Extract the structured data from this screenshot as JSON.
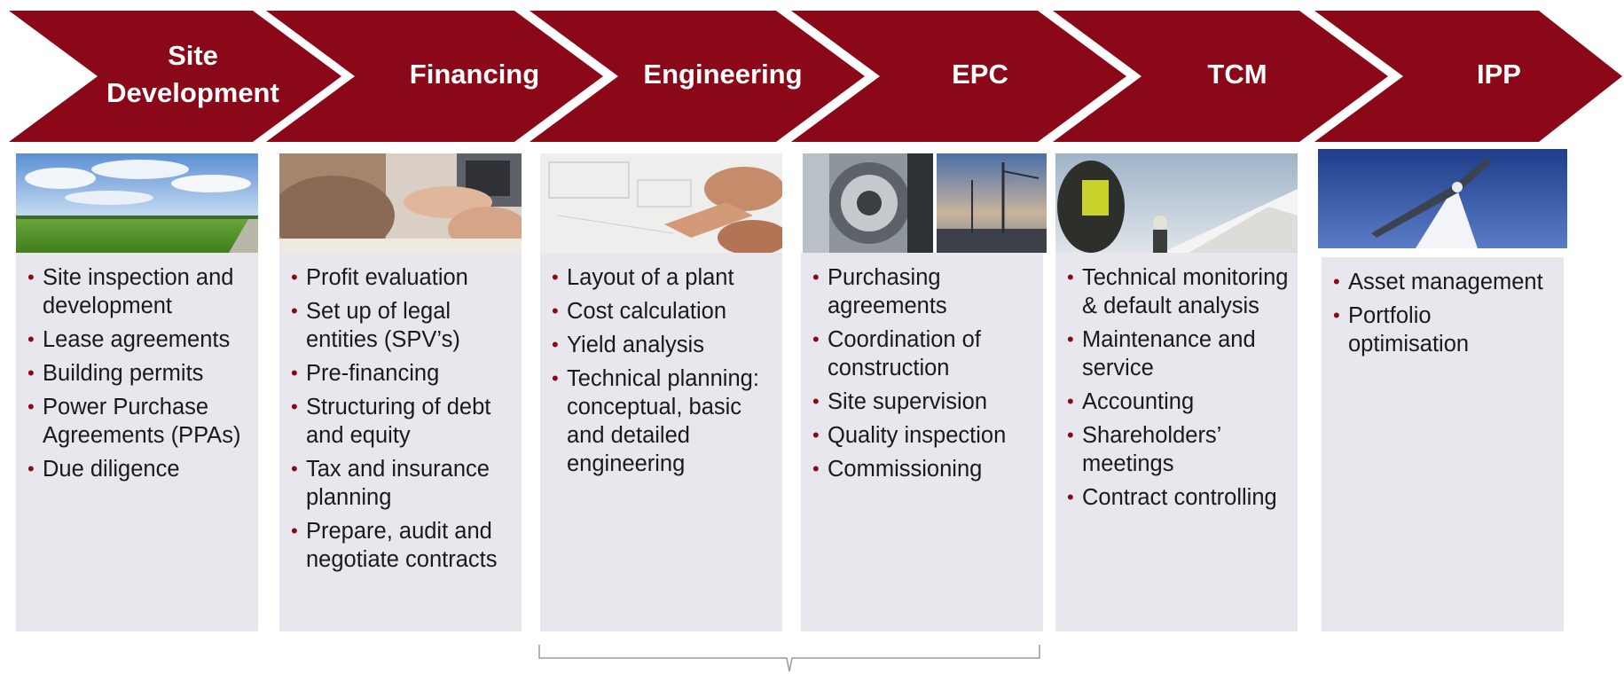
{
  "colors": {
    "chevron": "#8a0818",
    "panel": "#e8e7ed",
    "bullet": "#8a0818"
  },
  "stages": [
    {
      "label_line1": "Site",
      "label_line2": "Development",
      "image": "green-field-with-sky-photo",
      "items": [
        "Site inspection and development",
        "Lease agreements",
        "Building permits",
        "Power Purchase Agreements (PPAs)",
        "Due diligence"
      ]
    },
    {
      "label_line1": "Financing",
      "label_line2": "",
      "image": "hands-with-calculator-photo",
      "items": [
        "Profit evaluation",
        "Set up of legal entities (SPV’s)",
        "Pre-financing",
        "Structuring of debt and equity",
        "Tax and insurance planning",
        "Prepare, audit and negotiate contracts"
      ]
    },
    {
      "label_line1": "Engineering",
      "label_line2": "",
      "image": "technical-drawing-photo",
      "items": [
        "Layout of a plant",
        "Cost calculation",
        "Yield analysis",
        "Technical planning: conceptual, basic and detailed engineering"
      ]
    },
    {
      "label_line1": "EPC",
      "label_line2": "",
      "image": "turbine-parts-and-crane-photo",
      "items": [
        "Purchasing agreements",
        "Coordination of construction",
        "Site supervision",
        "Quality inspection",
        "Commissioning"
      ]
    },
    {
      "label_line1": "TCM",
      "label_line2": "",
      "image": "technician-on-turbine-photo",
      "items": [
        "Technical monitoring & default analysis",
        "Maintenance and service",
        "Accounting",
        "Shareholders’ meetings",
        "Contract controlling"
      ]
    },
    {
      "label_line1": "IPP",
      "label_line2": "",
      "image": "wind-turbine-rotor-photo",
      "items": [
        "Asset management",
        "Portfolio optimisation"
      ]
    }
  ]
}
